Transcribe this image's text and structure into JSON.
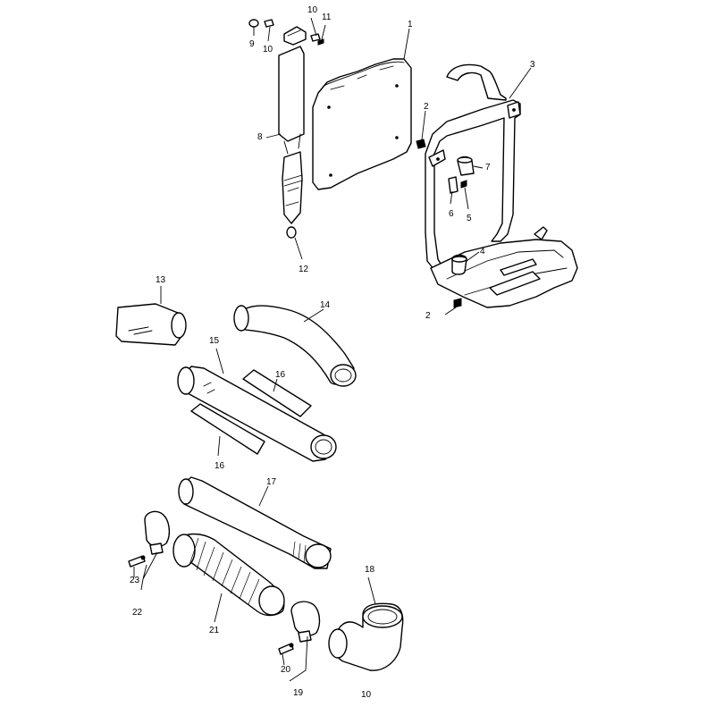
{
  "page_number": "10",
  "parts": [
    {
      "key": "p1",
      "label": "1"
    },
    {
      "key": "p2a",
      "label": "2"
    },
    {
      "key": "p2b",
      "label": "2"
    },
    {
      "key": "p3",
      "label": "3"
    },
    {
      "key": "p4",
      "label": "4"
    },
    {
      "key": "p5",
      "label": "5"
    },
    {
      "key": "p6",
      "label": "6"
    },
    {
      "key": "p7",
      "label": "7"
    },
    {
      "key": "p8",
      "label": "8"
    },
    {
      "key": "p9",
      "label": "9"
    },
    {
      "key": "p10a",
      "label": "10"
    },
    {
      "key": "p10b",
      "label": "10"
    },
    {
      "key": "p11",
      "label": "11"
    },
    {
      "key": "p12",
      "label": "12"
    },
    {
      "key": "p13",
      "label": "13"
    },
    {
      "key": "p14",
      "label": "14"
    },
    {
      "key": "p15",
      "label": "15"
    },
    {
      "key": "p16a",
      "label": "16"
    },
    {
      "key": "p16b",
      "label": "16"
    },
    {
      "key": "p17",
      "label": "17"
    },
    {
      "key": "p18",
      "label": "18"
    },
    {
      "key": "p19",
      "label": "19"
    },
    {
      "key": "p20",
      "label": "20"
    },
    {
      "key": "p21",
      "label": "21"
    },
    {
      "key": "p22",
      "label": "22"
    },
    {
      "key": "p23",
      "label": "23"
    }
  ]
}
